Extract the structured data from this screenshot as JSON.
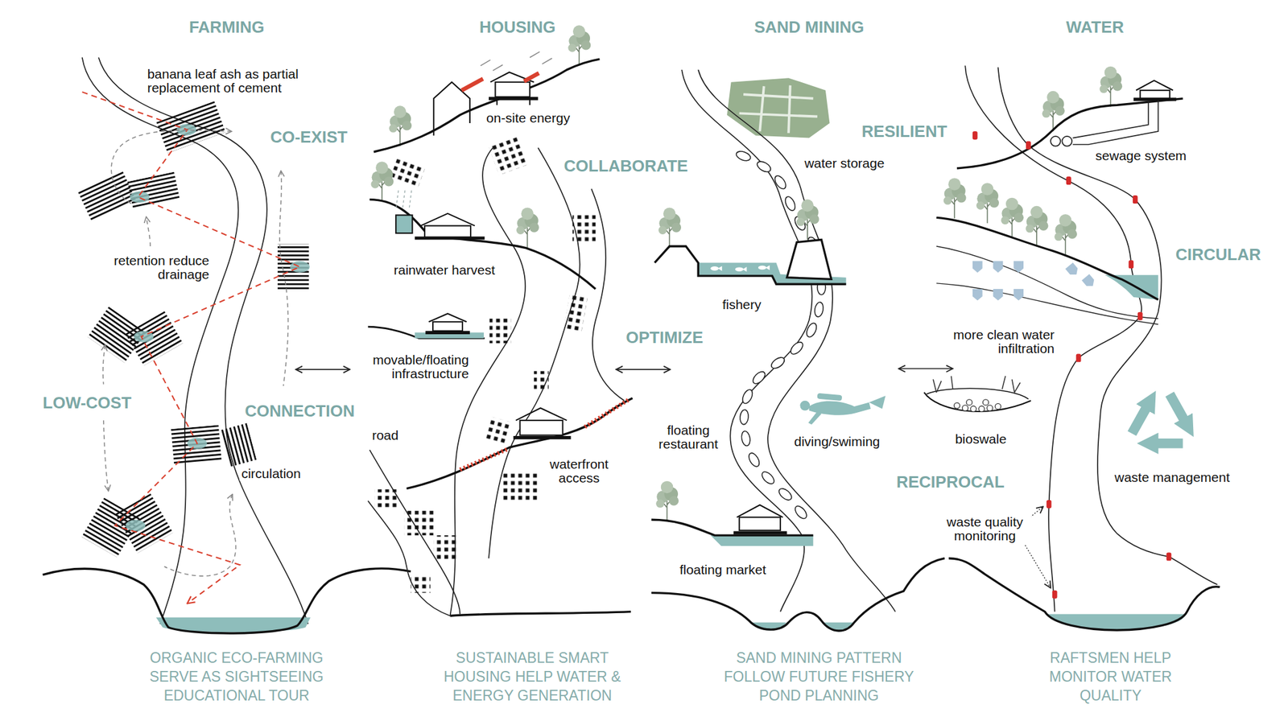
{
  "diagram": {
    "labels": [
      "FARMING",
      "HOUSING",
      "SAND MINING",
      "WATER",
      "banana leaf ash as partial replacement of cement",
      "CO-EXIST",
      "retention reduce drainage",
      "LOW-COST",
      "CONNECTION",
      "circulation",
      "on-site energy",
      "COLLABORATE",
      "rainwater harvest",
      "movable/floating infrastructure",
      "OPTIMIZE",
      "road",
      "waterfront access",
      "water storage",
      "RESILIENT",
      "fishery",
      "floating restaurant",
      "diving/swiming",
      "floating market",
      "sewage system",
      "CIRCULAR",
      "more clean water infiltration",
      "bioswale",
      "RECIPROCAL",
      "waste quality monitoring",
      "waste management",
      "ORGANIC ECO-FARMING SERVE AS SIGHTSEEING EDUCATIONAL TOUR",
      "SUSTAINABLE SMART HOUSING HELP WATER & ENERGY GENERATION",
      "SAND MINING PATTERN FOLLOW FUTURE FISHERY POND PLANNING",
      "RAFTSMEN HELP MONITOR WATER QUALITY"
    ]
  }
}
